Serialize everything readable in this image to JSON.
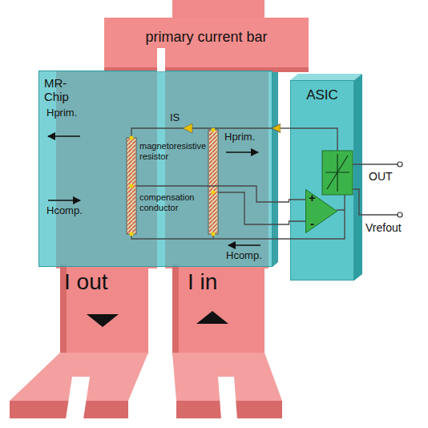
{
  "diagram": {
    "nodes": [
      {
        "text": [
          "primary current bar"
        ]
      },
      {
        "text": [
          "MR- Chip"
        ]
      },
      {
        "text": [
          "ASIC"
        ]
      },
      {
        "text": [
          "+",
          "-"
        ],
        "in": 2
      }
    ],
    "edges": [
      {
        "from": 2,
        "to": 1,
        "arrow": "to"
      },
      {
        "from": 1,
        "to": 3,
        "arrow": "none"
      },
      {
        "from": 1,
        "to": 3,
        "arrow": "none"
      }
    ],
    "labels": [
      "Hprim.",
      "IS",
      "magnetoresistive resistor",
      "Hprim.",
      "compensation conductor",
      "Hcomp.",
      "Hcomp.",
      "OUT",
      "Vrefout",
      "I out",
      "I in"
    ]
  }
}
